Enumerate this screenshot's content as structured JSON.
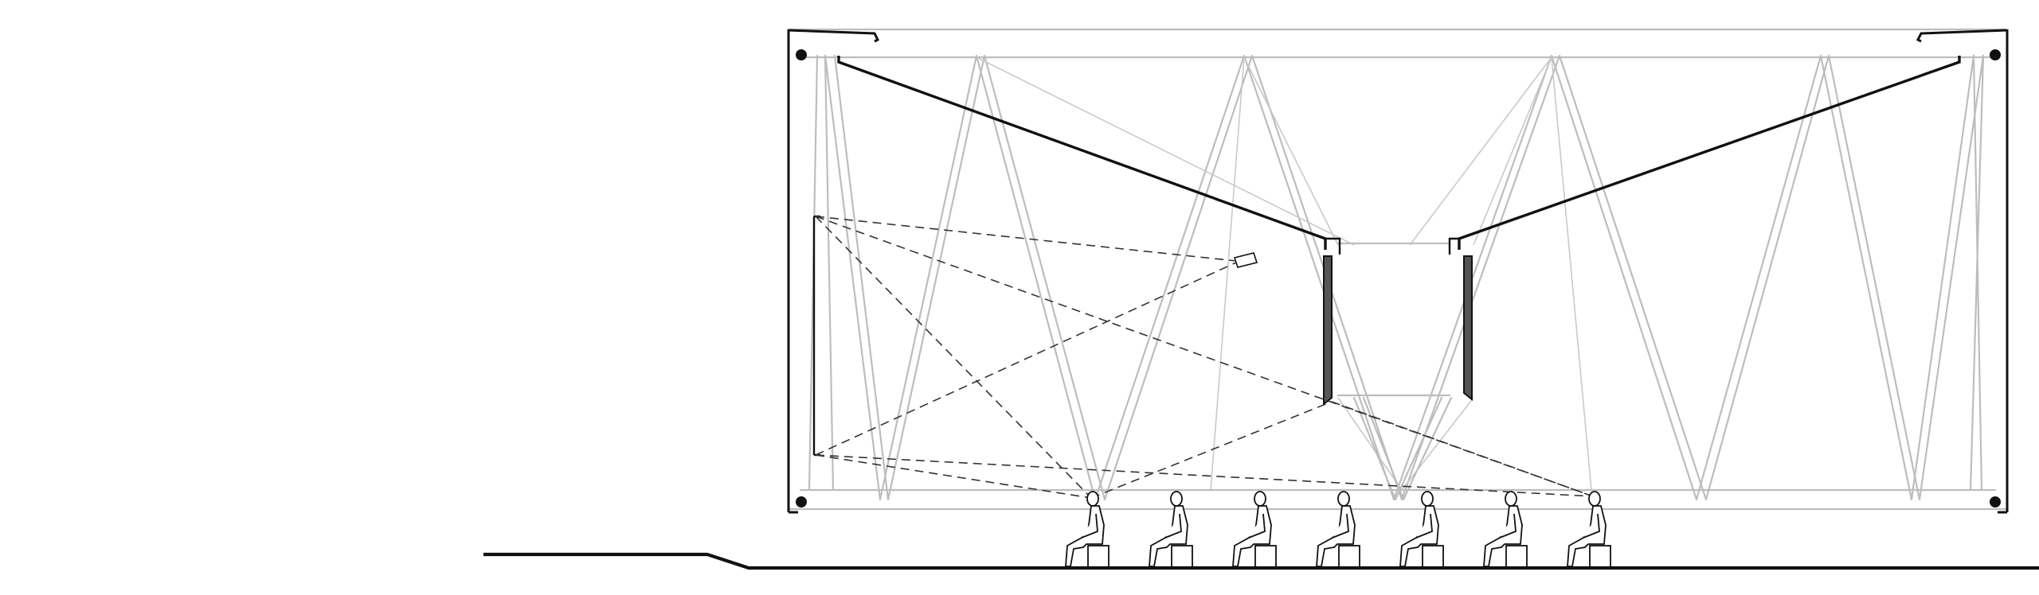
{
  "diagram": {
    "kind": "architectural-section",
    "text_labels": [],
    "components": {
      "frame": "outer-frame",
      "truss": "diagonal-truss",
      "cables": "suspension-cables",
      "box": "suspended-box",
      "panels": "box-side-panels",
      "screen": "projection-screen",
      "projector": "projector",
      "sightlines": "sight-lines",
      "audience": "seated-audience",
      "ground": "ground-line"
    },
    "audience_count": 7,
    "colors": {
      "line": "#111111",
      "truss": "#bdbdbd",
      "panel": "#555555",
      "background": "#ffffff"
    }
  }
}
